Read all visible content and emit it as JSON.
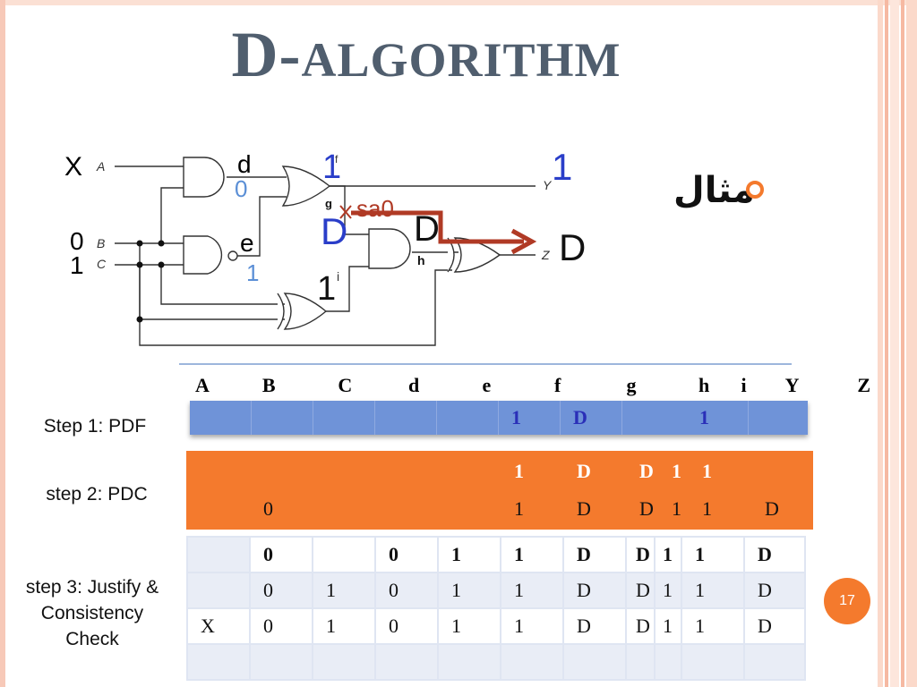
{
  "slide": {
    "title_initial": "D-",
    "title_rest": "ALGORITHM",
    "example_label": "مثال",
    "page_number": "17",
    "accent_color": "#f47a2d",
    "title_color": "#505e6e"
  },
  "circuit": {
    "inputs": {
      "A": "A",
      "B": "B",
      "C": "C"
    },
    "outputs": {
      "Y": "Y",
      "Z": "Z"
    },
    "nodes": {
      "d": "d",
      "e": "e",
      "f": "f",
      "g": "g",
      "h": "h",
      "i": "i"
    },
    "annotations": {
      "X": "X",
      "zero_b": "0",
      "one_c": "1",
      "zero_d": "0",
      "one_e": "1",
      "one_f": "1",
      "one_y": "1",
      "D_g": "D",
      "sa0": "sa0",
      "D_h": "D",
      "D_z": "D",
      "one_i": "1"
    }
  },
  "table": {
    "headers": [
      "A",
      "B",
      "C",
      "d",
      "e",
      "f",
      "g",
      "h",
      "i",
      "Y",
      "Z"
    ],
    "step1_label": "Step 1: PDF",
    "step2_label": "step 2: PDC",
    "step3_label": "step 3: Justify &\nConsistency\nCheck",
    "step1": [
      "",
      "",
      "",
      "",
      "",
      "1",
      "D",
      "",
      "",
      "1",
      ""
    ],
    "step2": [
      [
        "",
        "",
        "",
        "",
        "",
        "1",
        "D",
        "D",
        "1",
        "1",
        ""
      ],
      [
        "",
        "0",
        "",
        "",
        "",
        "1",
        "D",
        "D",
        "1",
        "1",
        "D"
      ]
    ],
    "step3": [
      [
        "",
        "0",
        "",
        "0",
        "1",
        "1",
        "D",
        "D",
        "1",
        "1",
        "D"
      ],
      [
        "",
        "0",
        "1",
        "0",
        "1",
        "1",
        "D",
        "D",
        "1",
        "1",
        "D"
      ],
      [
        "X",
        "0",
        "1",
        "0",
        "1",
        "1",
        "D",
        "D",
        "1",
        "1",
        "D"
      ],
      [
        "",
        "",
        "",
        "",
        "",
        "",
        "",
        "",
        "",
        "",
        ""
      ]
    ]
  }
}
